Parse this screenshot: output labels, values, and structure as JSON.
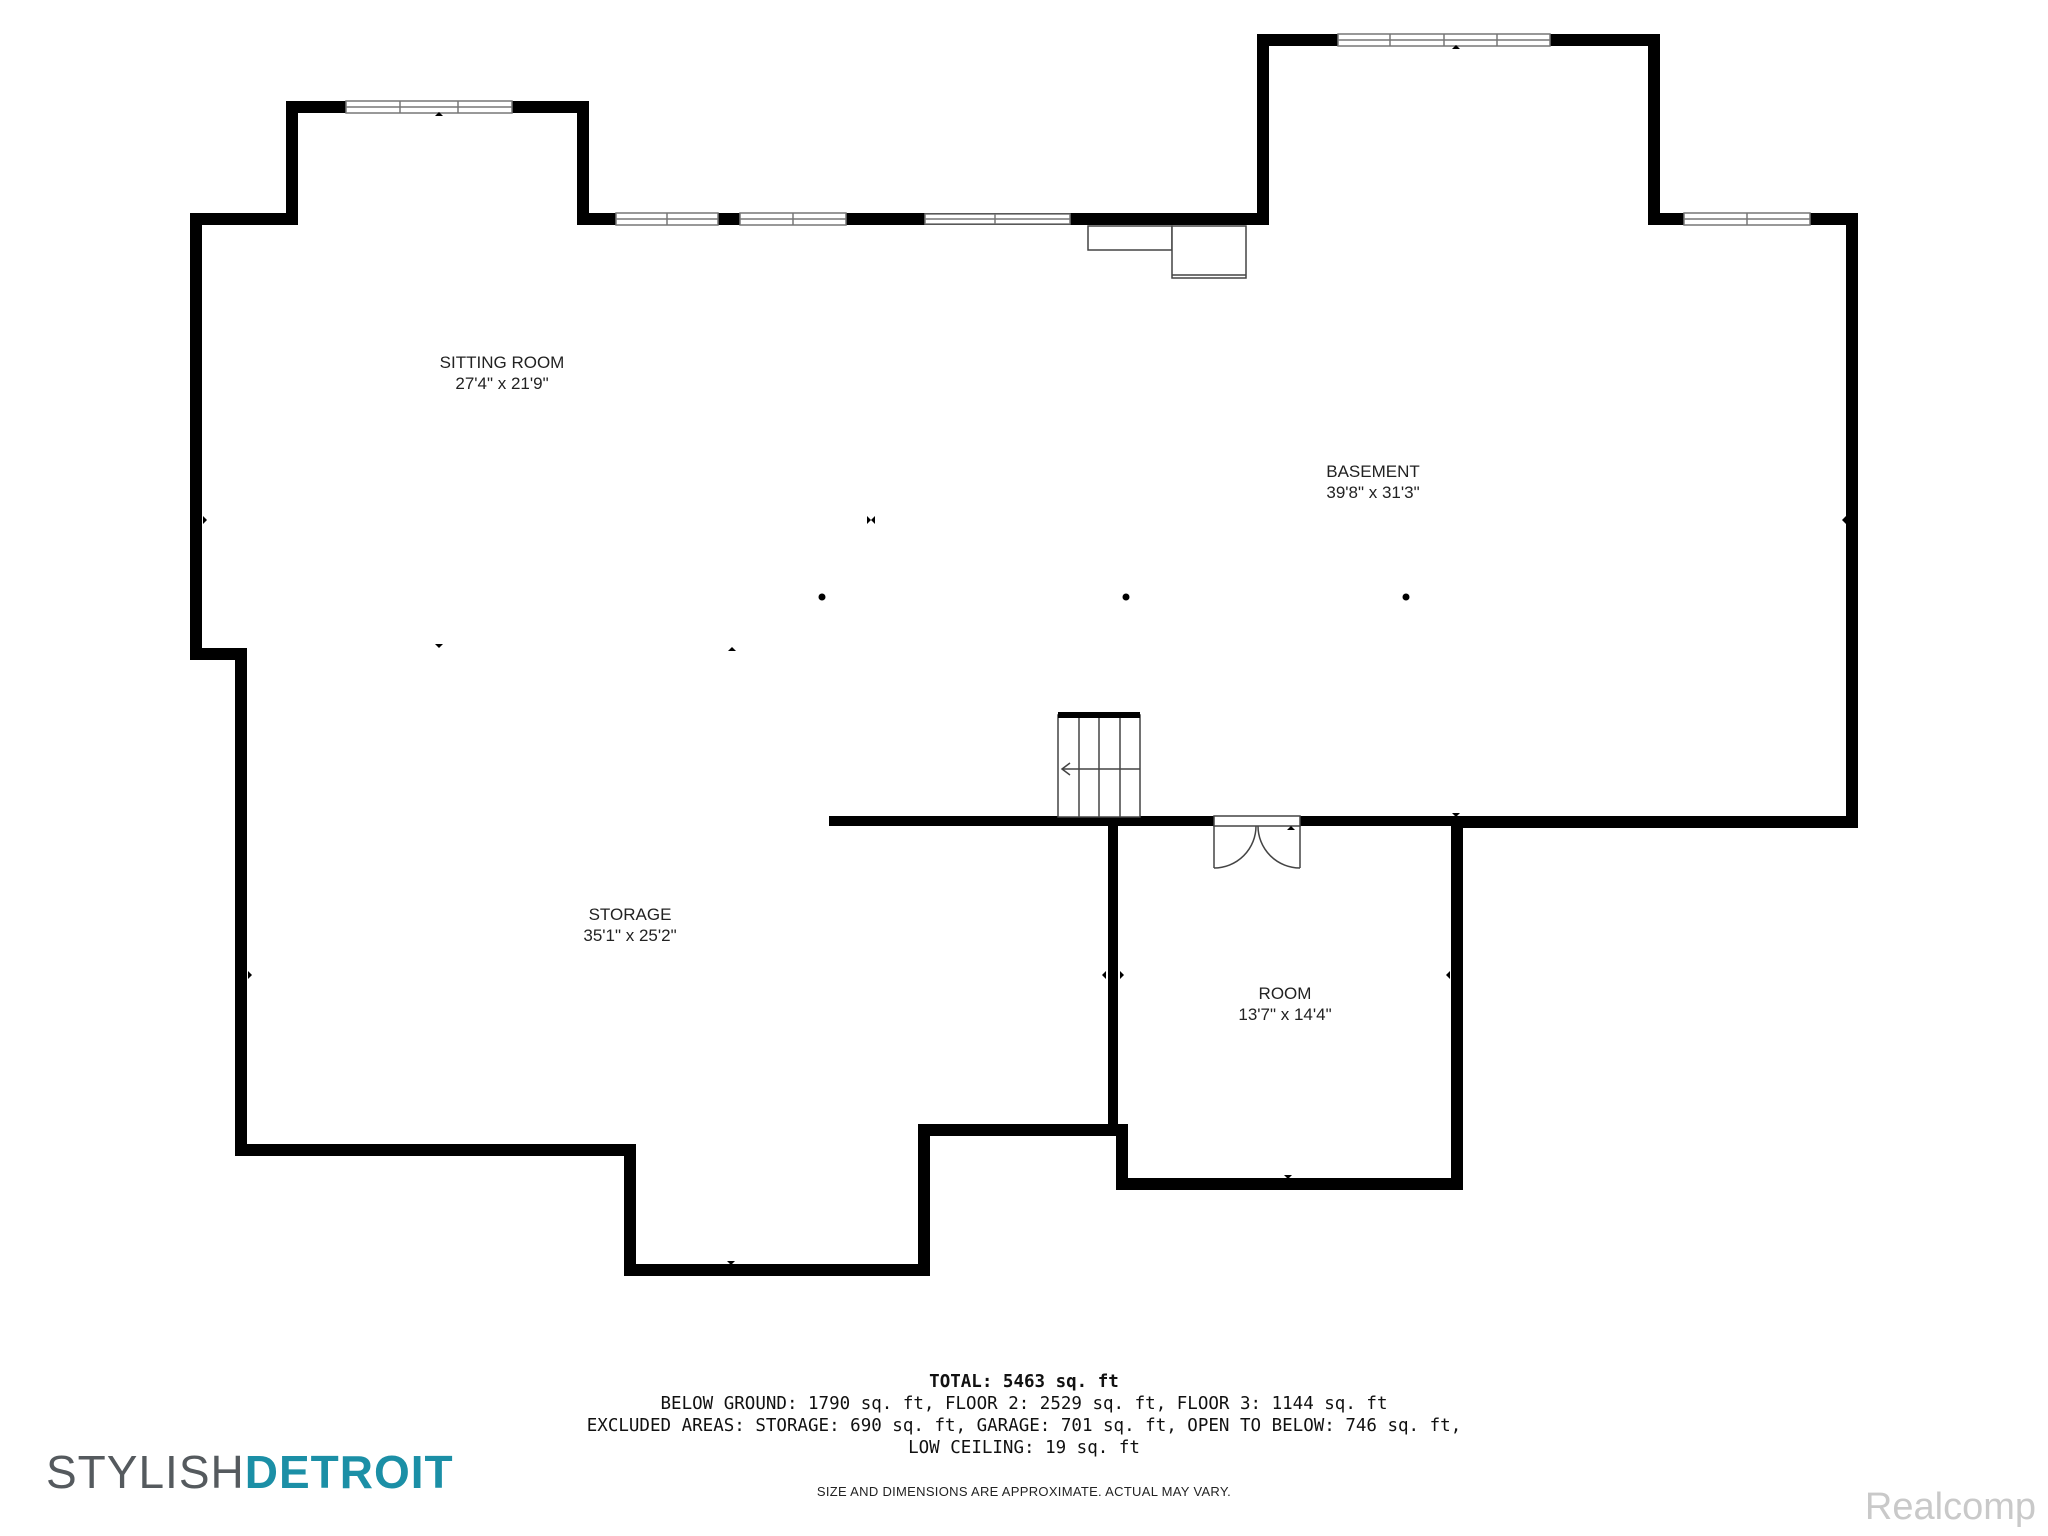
{
  "rooms": {
    "sitting_room": {
      "name": "SITTING ROOM",
      "dimensions": "27'4\" x 21'9\""
    },
    "basement": {
      "name": "BASEMENT",
      "dimensions": "39'8\" x 31'3\""
    },
    "storage": {
      "name": "STORAGE",
      "dimensions": "35'1\" x 25'2\""
    },
    "room": {
      "name": "ROOM",
      "dimensions": "13'7\" x 14'4\""
    }
  },
  "summary": {
    "total": "TOTAL: 5463 sq. ft",
    "line1": "BELOW GROUND: 1790 sq. ft, FLOOR 2: 2529 sq. ft, FLOOR 3: 1144 sq. ft",
    "line2": "EXCLUDED AREAS: STORAGE: 690 sq. ft, GARAGE: 701 sq. ft, OPEN TO BELOW: 746 sq. ft,",
    "line3": "LOW CEILING: 19 sq. ft"
  },
  "disclaimer": "SIZE AND DIMENSIONS ARE APPROXIMATE. ACTUAL MAY VARY.",
  "brand": {
    "light": "STYLISH",
    "bold": "DETROIT"
  },
  "watermark": "Realcomp",
  "colors": {
    "wall": "#000000",
    "brand_accent": "#1b8fa6",
    "brand_gray": "#555a5e",
    "watermark": "#c9c9c9"
  }
}
